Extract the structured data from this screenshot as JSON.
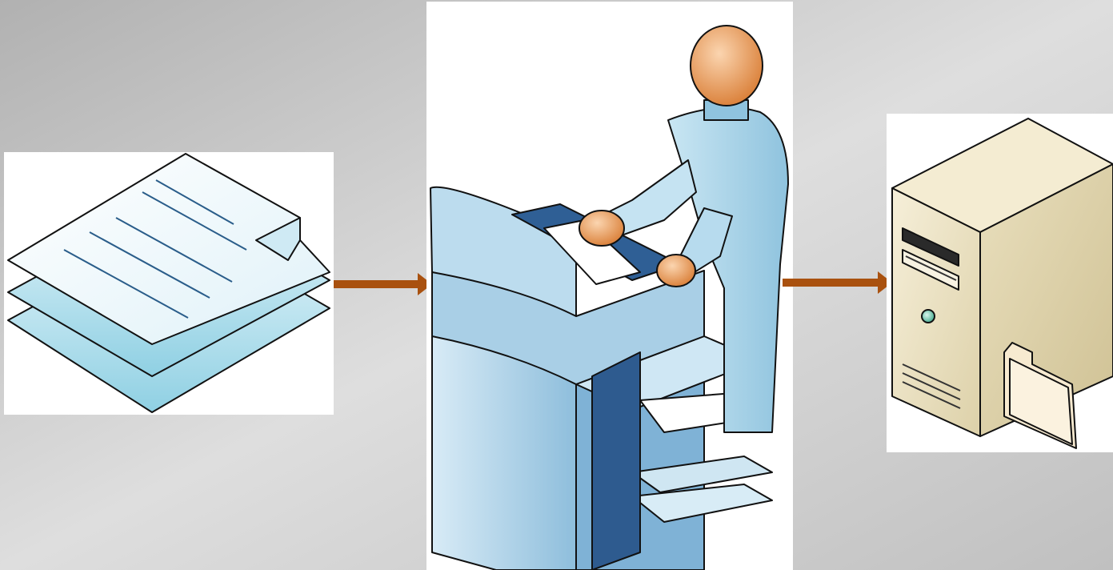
{
  "diagram": {
    "nodes": [
      {
        "id": "documents",
        "icon": "paper-stack-icon"
      },
      {
        "id": "operator",
        "icon": "person-at-scanner-icon"
      },
      {
        "id": "server",
        "icon": "server-with-folder-icon"
      }
    ],
    "edges": [
      {
        "from": "documents",
        "to": "operator"
      },
      {
        "from": "operator",
        "to": "server"
      }
    ]
  },
  "colors": {
    "background_light": "#e4e4e4",
    "background_dark": "#b0b0b0",
    "arrow": "#a9510f",
    "paper_blue": "#9fd7e6",
    "machine_blue": "#9cc5df",
    "skin": "#e3914a",
    "server_beige": "#ede3c3"
  }
}
